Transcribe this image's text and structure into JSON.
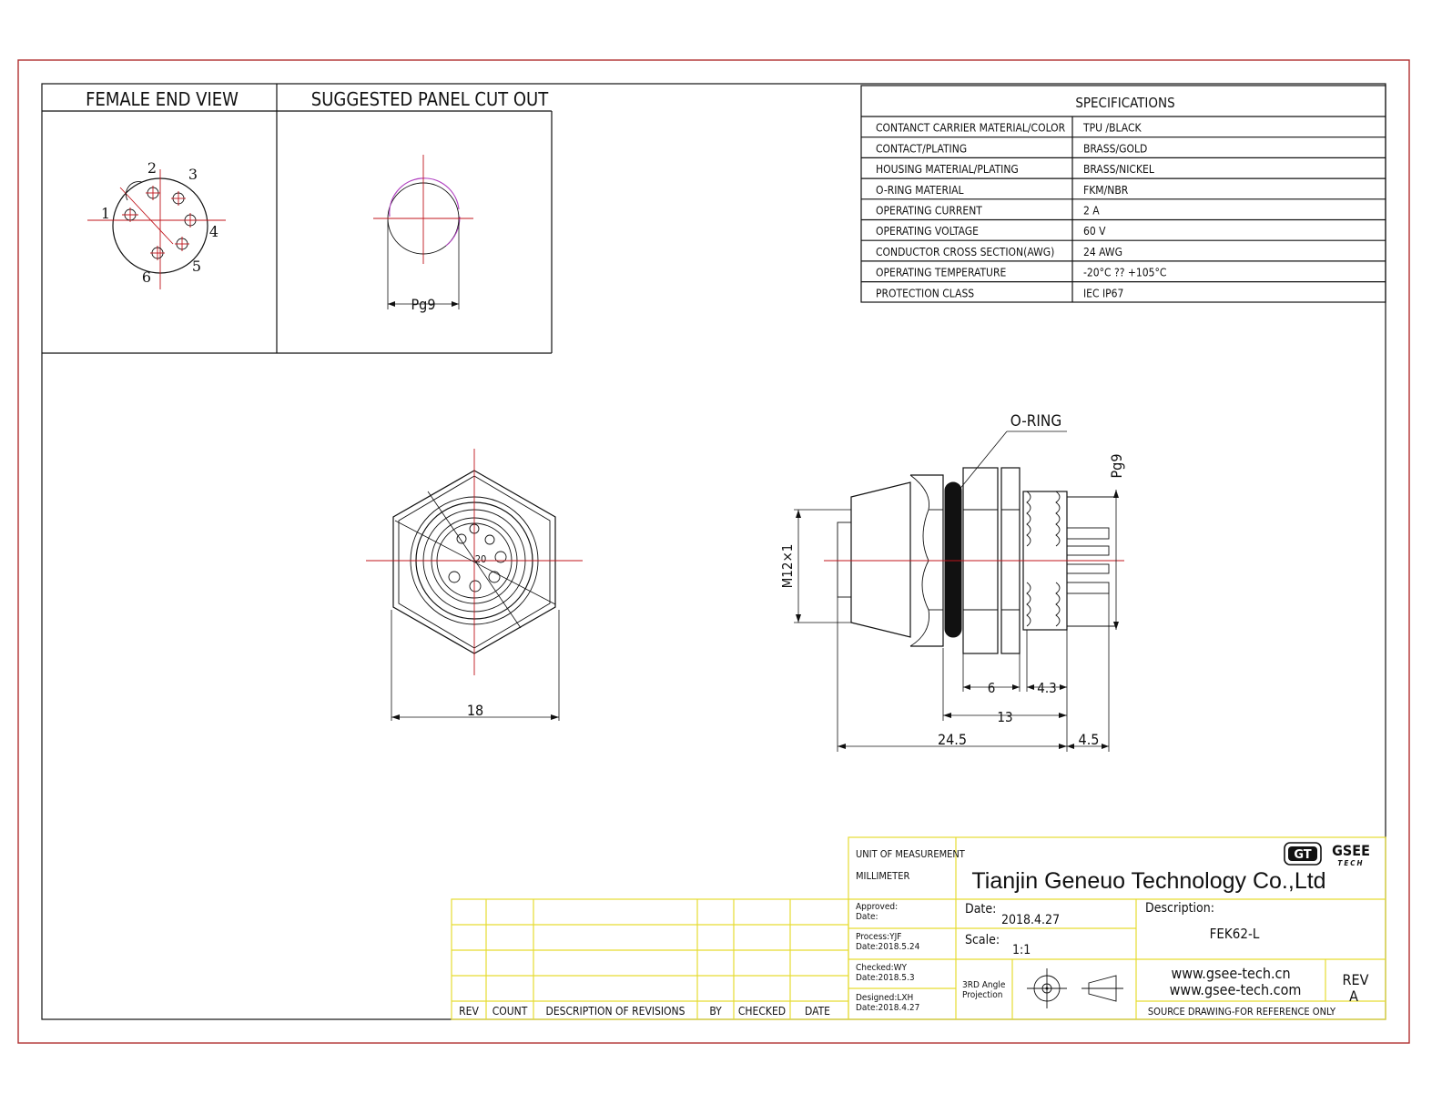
{
  "views": {
    "female_end_view_title": "FEMALE END VIEW",
    "panel_cut_out_title": "SUGGESTED PANEL CUT OUT",
    "pin_labels": [
      "1",
      "2",
      "3",
      "4",
      "5",
      "6"
    ],
    "panel_dim_label": "Pg9",
    "front_width_label": "18",
    "side_labels": {
      "oring": "O-RING",
      "pg9": "Pg9",
      "thread": "M12×1",
      "d6": "6",
      "d43": "4.3",
      "d13": "13",
      "d245": "24.5",
      "d45": "4.5"
    }
  },
  "specifications": {
    "title": "SPECIFICATIONS",
    "rows": [
      {
        "label": "CONTANCT CARRIER MATERIAL/COLOR",
        "value": "TPU /BLACK"
      },
      {
        "label": "CONTACT/PLATING",
        "value": "BRASS/GOLD"
      },
      {
        "label": "HOUSING MATERIAL/PLATING",
        "value": "BRASS/NICKEL"
      },
      {
        "label": "O-RING MATERIAL",
        "value": "FKM/NBR"
      },
      {
        "label": "OPERATING CURRENT",
        "value": "2 A"
      },
      {
        "label": "OPERATING VOLTAGE",
        "value": "60 V"
      },
      {
        "label": "CONDUCTOR CROSS SECTION(AWG)",
        "value": "24 AWG"
      },
      {
        "label": "OPERATING TEMPERATURE",
        "value": "-20°C ?? +105°C"
      },
      {
        "label": "PROTECTION CLASS",
        "value": "IEC IP67"
      }
    ]
  },
  "revisions": {
    "headers": [
      "REV",
      "COUNT",
      "DESCRIPTION OF REVISIONS",
      "BY",
      "CHECKED",
      "DATE"
    ]
  },
  "title_block": {
    "unit_label": "UNIT OF MEASUREMENT",
    "unit_value": "MILLIMETER",
    "company": "Tianjin Geneuo Technology Co.,Ltd",
    "logo_gt": "GT",
    "logo_gsee": "GSEE",
    "logo_tech": "TECH",
    "approved_label": "Approved:",
    "approved_date": "Date:",
    "process_label": "Process:YJF",
    "process_date": "Date:2018.5.24",
    "checked_label": "Checked:WY",
    "checked_date": "Date:2018.5.3",
    "designed_label": "Designed:LXH",
    "designed_date": "Date:2018.4.27",
    "date_label": "Date:",
    "date_value": "2018.4.27",
    "scale_label": "Scale:",
    "scale_value": "1:1",
    "projection_line1": "3RD Angle",
    "projection_line2": "Projection",
    "description_label": "Description:",
    "description_value": "FEK62-L",
    "website1": "www.gsee-tech.cn",
    "website2": "www.gsee-tech.com",
    "source_note": "SOURCE DRAWING-FOR REFERENCE ONLY",
    "rev_label": "REV",
    "rev_value": "A"
  },
  "colors": {
    "outline": "#111111",
    "centerline": "#c0141b",
    "title_block": "#e6dc32",
    "outer_frame": "#b03030",
    "cutout_arc": "#b040c0"
  }
}
